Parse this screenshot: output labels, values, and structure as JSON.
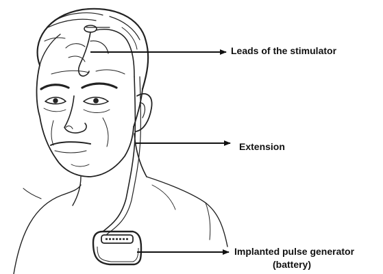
{
  "labels": {
    "leads": "Leads of the stimulator",
    "extension": "Extension",
    "ipg_line1": "Implanted pulse generator",
    "ipg_line2": "(battery)"
  },
  "colors": {
    "ink": "#111111",
    "background": "#ffffff"
  }
}
